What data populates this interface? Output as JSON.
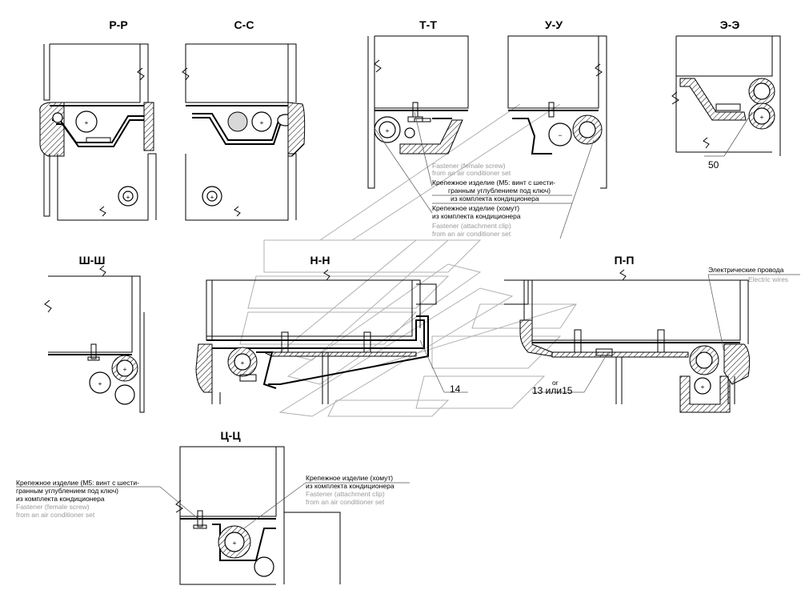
{
  "sections": {
    "pp": "Р-Р",
    "ss": "С-С",
    "tt": "Т-Т",
    "uu": "У-У",
    "ee": "Э-Э",
    "shsh": "Ш-Ш",
    "nn": "Н-Н",
    "pipi": "П-П",
    "tsts": "Ц-Ц"
  },
  "callouts": {
    "e50": "50",
    "n14": "14",
    "or": "or",
    "n1315": "13 или15"
  },
  "notes": {
    "fastener_female_en": "Fastener (female screw)",
    "fastener_female_en2": "from an air conditioner set",
    "fastener_m5_ru1": "Крепежное изделие (М5: винт с шести-",
    "fastener_m5_ru2": "гранным углублением под ключ)",
    "fastener_m5_ru3": "из комплекта кондиционера",
    "clamp_ru1": "Крепежное изделие (хомут)",
    "clamp_ru2": "из комплекта кондиционера",
    "clip_en1": "Fastener (attachment clip)",
    "clip_en2": "from an air conditioner set",
    "wires_ru": "Электрические провода",
    "wires_en": "Electric wires"
  }
}
